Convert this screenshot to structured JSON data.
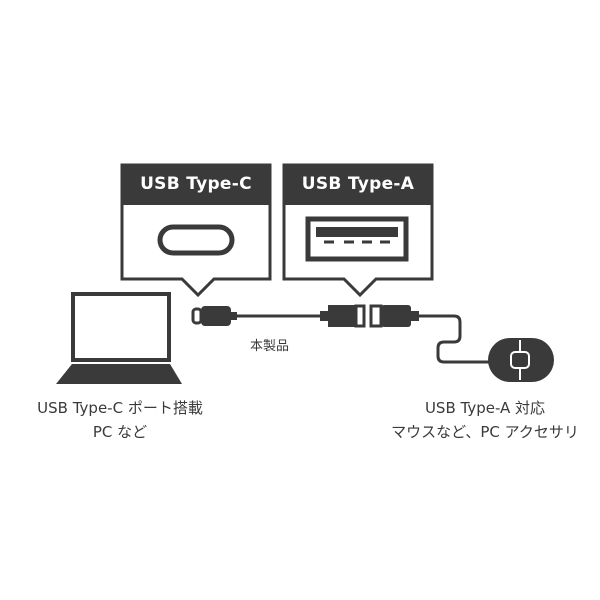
{
  "connectors": {
    "type_c": {
      "label": "USB Type-C"
    },
    "type_a": {
      "label": "USB Type-A"
    }
  },
  "cable_label": "本製品",
  "captions": {
    "pc_line1": "USB Type-C ポート搭載",
    "pc_line2": "PC など",
    "accessory_line1": "USB Type-A 対応",
    "accessory_line2": "マウスなど、PC アクセサリ"
  },
  "icons": [
    "laptop-icon",
    "usb-c-plug-icon",
    "usb-a-receptacle-icon",
    "usb-a-plug-icon",
    "mouse-icon",
    "usb-c-port-icon",
    "usb-a-port-icon"
  ],
  "colors": {
    "dark": "#3a3a3a",
    "background": "#ffffff"
  }
}
